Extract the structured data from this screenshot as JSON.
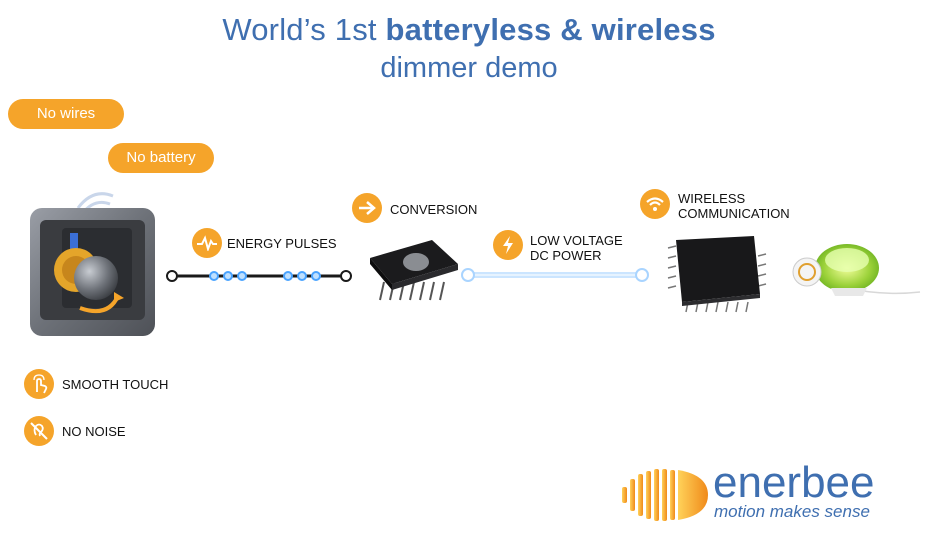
{
  "title": {
    "prefix": "World’s 1st ",
    "bold": "batteryless & wireless",
    "line2": "dimmer demo"
  },
  "badges": {
    "no_wires": "No wires",
    "no_battery": "No battery"
  },
  "labels": {
    "energy_pulses": "ENERGY PULSES",
    "conversion": "CONVERSION",
    "low_voltage_1": "LOW VOLTAGE",
    "low_voltage_2": "DC POWER",
    "wireless_1": "WIRELESS",
    "wireless_2": "COMMUNICATION",
    "smooth_touch": "SMOOTH TOUCH",
    "no_noise": "NO NOISE"
  },
  "logo": {
    "name": "enerbee",
    "tagline": "motion makes sense"
  },
  "colors": {
    "accent": "#f5a42a",
    "brand_blue": "#3f6fb0"
  },
  "icons": [
    "pulse-icon",
    "arrow-right-icon",
    "lightning-icon",
    "wifi-icon",
    "touch-icon",
    "no-noise-icon"
  ]
}
